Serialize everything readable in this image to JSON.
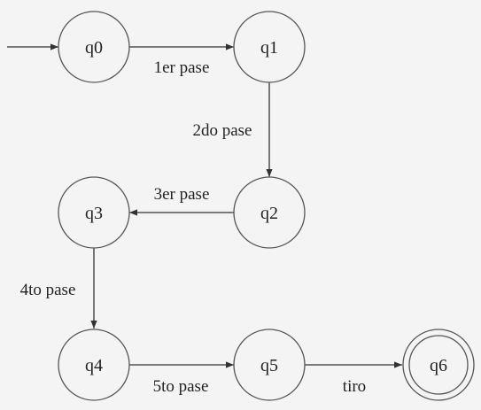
{
  "diagram": {
    "type": "finite-automaton",
    "states": [
      {
        "id": "q0",
        "label": "q0",
        "initial": true,
        "accepting": false
      },
      {
        "id": "q1",
        "label": "q1",
        "initial": false,
        "accepting": false
      },
      {
        "id": "q2",
        "label": "q2",
        "initial": false,
        "accepting": false
      },
      {
        "id": "q3",
        "label": "q3",
        "initial": false,
        "accepting": false
      },
      {
        "id": "q4",
        "label": "q4",
        "initial": false,
        "accepting": false
      },
      {
        "id": "q5",
        "label": "q5",
        "initial": false,
        "accepting": false
      },
      {
        "id": "q6",
        "label": "q6",
        "initial": false,
        "accepting": true
      }
    ],
    "transitions": [
      {
        "from": "q0",
        "to": "q1",
        "label": "1er pase"
      },
      {
        "from": "q1",
        "to": "q2",
        "label": "2do pase"
      },
      {
        "from": "q2",
        "to": "q3",
        "label": "3er pase"
      },
      {
        "from": "q3",
        "to": "q4",
        "label": "4to pase"
      },
      {
        "from": "q4",
        "to": "q5",
        "label": "5to pase"
      },
      {
        "from": "q5",
        "to": "q6",
        "label": "tiro"
      }
    ]
  },
  "colors": {
    "background": "#f4f4f4",
    "stroke": "#333333",
    "text": "#222222"
  }
}
